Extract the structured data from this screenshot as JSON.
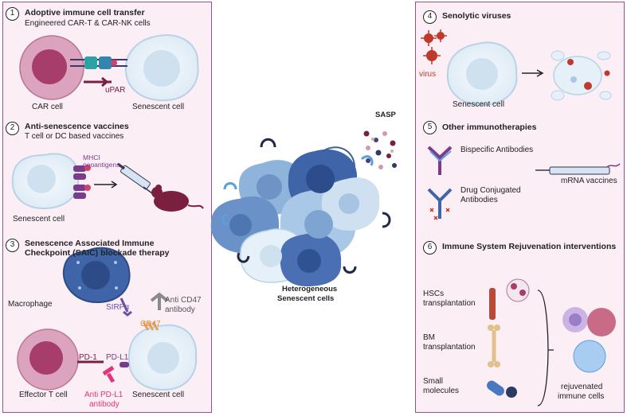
{
  "left": {
    "s1": {
      "num": "1",
      "title": "Adoptive immune cell transfer",
      "subtitle": "Engineered CAR-T & CAR-NK cells",
      "upar": "uPAR",
      "car_cell": "CAR  cell",
      "senescent": "Senescent cell"
    },
    "s2": {
      "num": "2",
      "title": "Anti-senescence vaccines",
      "subtitle": "T cell or DC based vaccines",
      "mhc1": "MHCI",
      "mhc2": "neoantigens",
      "senescent": "Senescent cell"
    },
    "s3": {
      "num": "3",
      "title1": "Senescence Associated Immune",
      "title2": "Checkpoint (SAIC) blockade therapy",
      "macrophage": "Macrophage",
      "sirpa": "SIRPα",
      "antiCD47_1": "Anti CD47",
      "antiCD47_2": "antibody",
      "cd47": "CD47",
      "pd1": "PD-1",
      "pdl1": "PD-L1",
      "antiPDL1_1": "Anti PD-L1",
      "antiPDL1_2": "antibody",
      "effector": "Effector T cell",
      "senescent": "Senescent cell"
    }
  },
  "center": {
    "sasp": "SASP",
    "label1": "Heterogeneous",
    "label2": "Senescent cells"
  },
  "right": {
    "s4": {
      "num": "4",
      "title": "Senolytic viruses",
      "virus": "virus",
      "senescent": "Senescent cell"
    },
    "s5": {
      "num": "5",
      "title": "Other immunotherapies",
      "bispecific": "Bispecific Antibodies",
      "drug1": "Drug Conjugated",
      "drug2": "Antibodies",
      "mrna": "mRNA vaccines"
    },
    "s6": {
      "num": "6",
      "title": "Immune System Rejuvenation interventions",
      "hsc1": "HSCs",
      "hsc2": "transplantation",
      "bm1": "BM",
      "bm2": "transplantation",
      "sm1": "Small",
      "sm2": "molecules",
      "rej1": "rejuvenated",
      "rej2": "immune cells"
    }
  },
  "colors": {
    "panel_border": "#9b4f93",
    "panel_bg": "#fbeef5",
    "maroon": "#7a1f3d",
    "virus_red": "#c0392b",
    "senescent_fill": "#e6f0f8",
    "blue_dark": "#3f64a8",
    "blue_light": "#a9c7e6",
    "pink_ab": "#e0357a"
  }
}
